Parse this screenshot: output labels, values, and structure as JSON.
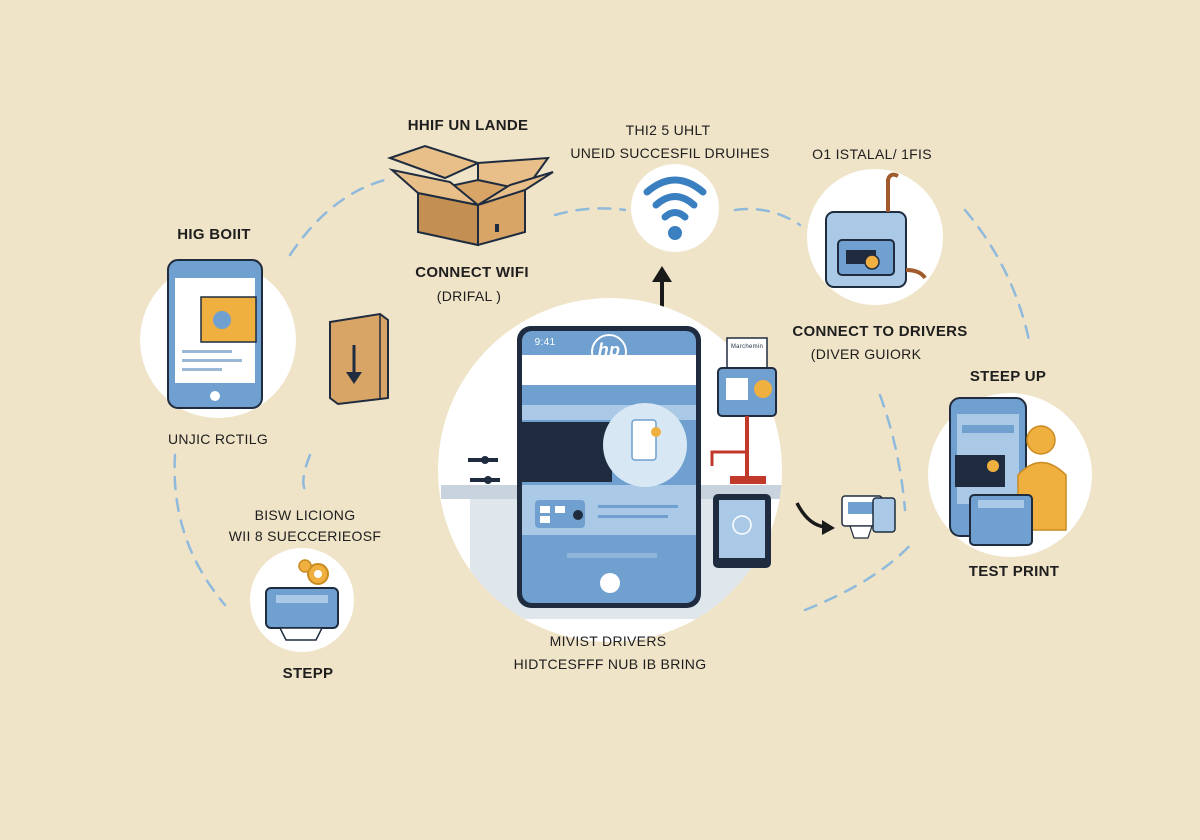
{
  "labels": {
    "box_title": "HHIF UN LANDE",
    "wifi_title_1": "THI2 5 UHLT",
    "wifi_title_2": "UNEID SUCCESFIL DRUIHES",
    "install_title": "O1 ISTALAL/ 1FIS",
    "left_phone_title": "HIG BOIIT",
    "left_phone_caption": "UNJIC RCTILG",
    "connect_wifi": "CONNECT WIFI",
    "connect_wifi_sub": "(DRIFAL )",
    "connect_drivers": "CONNECT TO DRIVERS",
    "connect_drivers_sub": "(DIVER GUIORK",
    "steep_up": "STEEP UP",
    "test_print": "TEST PRINT",
    "bottom_left_1": "BISW LICIONG",
    "bottom_left_2": "WII 8 SUECCERIEOSF",
    "stepp": "STEPP",
    "bottom_center_1": "MIVIST DRIVERS",
    "bottom_center_2": "HIDTCESFFF NUB IB BRING",
    "hp_logo": "hp",
    "status_left": "9:41",
    "sign_text": "Marchemin"
  },
  "colors": {
    "background": "#efe3c8",
    "phone_blue": "#6fa0cf",
    "phone_light": "#a9c9e6",
    "dark_navy": "#1f2c3f",
    "cardboard": "#d9a567",
    "accent_orange": "#f0b040",
    "dash_blue": "#8fbadc"
  }
}
